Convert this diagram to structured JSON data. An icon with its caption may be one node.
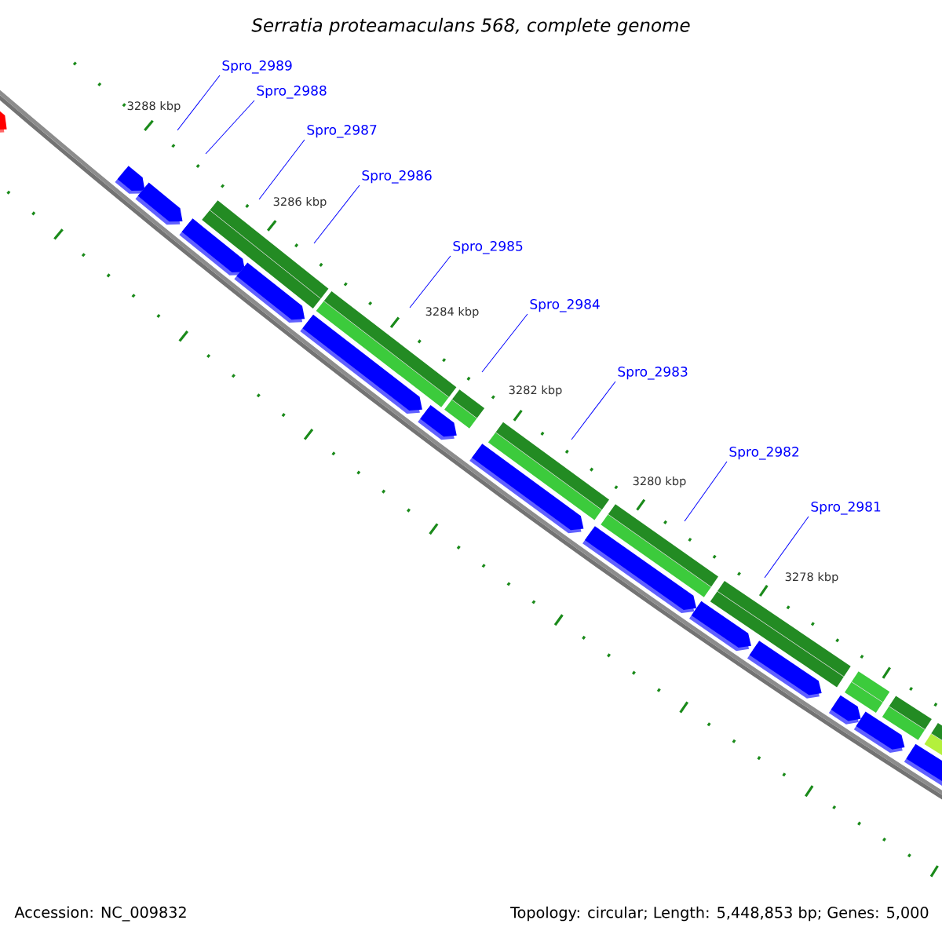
{
  "diagram": {
    "title": "Serratia proteamaculans 568, complete genome",
    "nodes": [
      {
        "text": [
          "Spro_2989"
        ]
      },
      {
        "text": [
          "Spro_2988"
        ]
      },
      {
        "text": [
          "Spro_2987"
        ]
      },
      {
        "text": [
          "Spro_2986"
        ]
      },
      {
        "text": [
          "Spro_2985"
        ]
      },
      {
        "text": [
          "Spro_2984"
        ]
      },
      {
        "text": [
          "Spro_2983"
        ]
      },
      {
        "text": [
          "Spro_2982"
        ]
      },
      {
        "text": [
          "Spro_2981"
        ]
      }
    ],
    "edges": [
      {
        "from": 0,
        "to": null,
        "arrow": "none"
      },
      {
        "from": 1,
        "to": null,
        "arrow": "none"
      },
      {
        "from": 2,
        "to": null,
        "arrow": "none"
      },
      {
        "from": 3,
        "to": null,
        "arrow": "none"
      },
      {
        "from": 4,
        "to": null,
        "arrow": "none"
      },
      {
        "from": 5,
        "to": null,
        "arrow": "none"
      },
      {
        "from": 6,
        "to": null,
        "arrow": "none"
      },
      {
        "from": 7,
        "to": null,
        "arrow": "none"
      },
      {
        "from": 8,
        "to": null,
        "arrow": "none"
      }
    ],
    "labels": [
      "3288 kbp",
      "3286 kbp",
      "3284 kbp",
      "3282 kbp",
      "3280 kbp",
      "3278 kbp",
      "Accession: NC_009832",
      "Topology: circular; Length: 5,448,853 bp; Genes: 5,000"
    ]
  }
}
